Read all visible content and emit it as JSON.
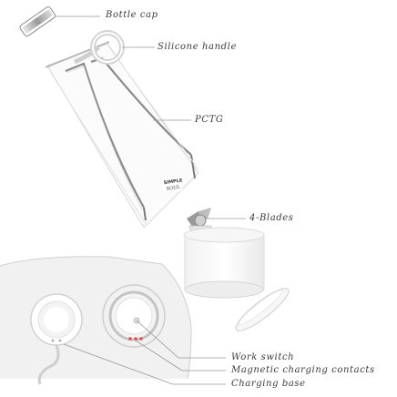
{
  "labels": {
    "bottle_cap": "Bottle cap",
    "silicone_handle": "Silicone handle",
    "pctg": "PCTG",
    "blades": "4-Blades",
    "work_switch": "Work switch",
    "magnetic_contacts": "Magnetic charging contacts",
    "charging_base": "Charging base"
  },
  "brand_mark": "SIMPLE SOUL"
}
